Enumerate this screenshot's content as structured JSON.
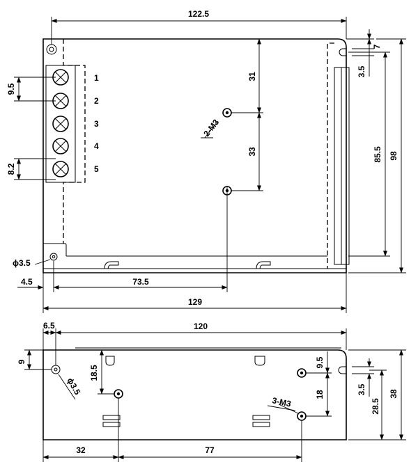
{
  "top_view": {
    "dims": {
      "width_top": "122.5",
      "slot_offset": "7",
      "slot_width": "3.5",
      "height_slot": "85.5",
      "height_total": "98",
      "hole_gap_upper": "31",
      "hole_gap_lower": "33",
      "terminal_pitch_a": "9.5",
      "terminal_pitch_b": "8.2",
      "hole_offset_left": "4.5",
      "hole_x": "73.5",
      "width_total": "129"
    },
    "terminals": [
      "1",
      "2",
      "3",
      "4",
      "5"
    ],
    "screw_label": "2-M3",
    "hole_label": "ϕ3.5"
  },
  "side_view": {
    "dims": {
      "hole_offset_left": "6.5",
      "length": "120",
      "hole_height": "9",
      "screw_height": "18.5",
      "right_hole_offset": "9.5",
      "right_hole_gap": "18",
      "slot_width": "3.5",
      "slot_height": "28.5",
      "height_total": "38",
      "screw_x_left": "32",
      "screw_gap": "77"
    },
    "screw_label": "3-M3",
    "hole_label": "ϕ3.5"
  }
}
